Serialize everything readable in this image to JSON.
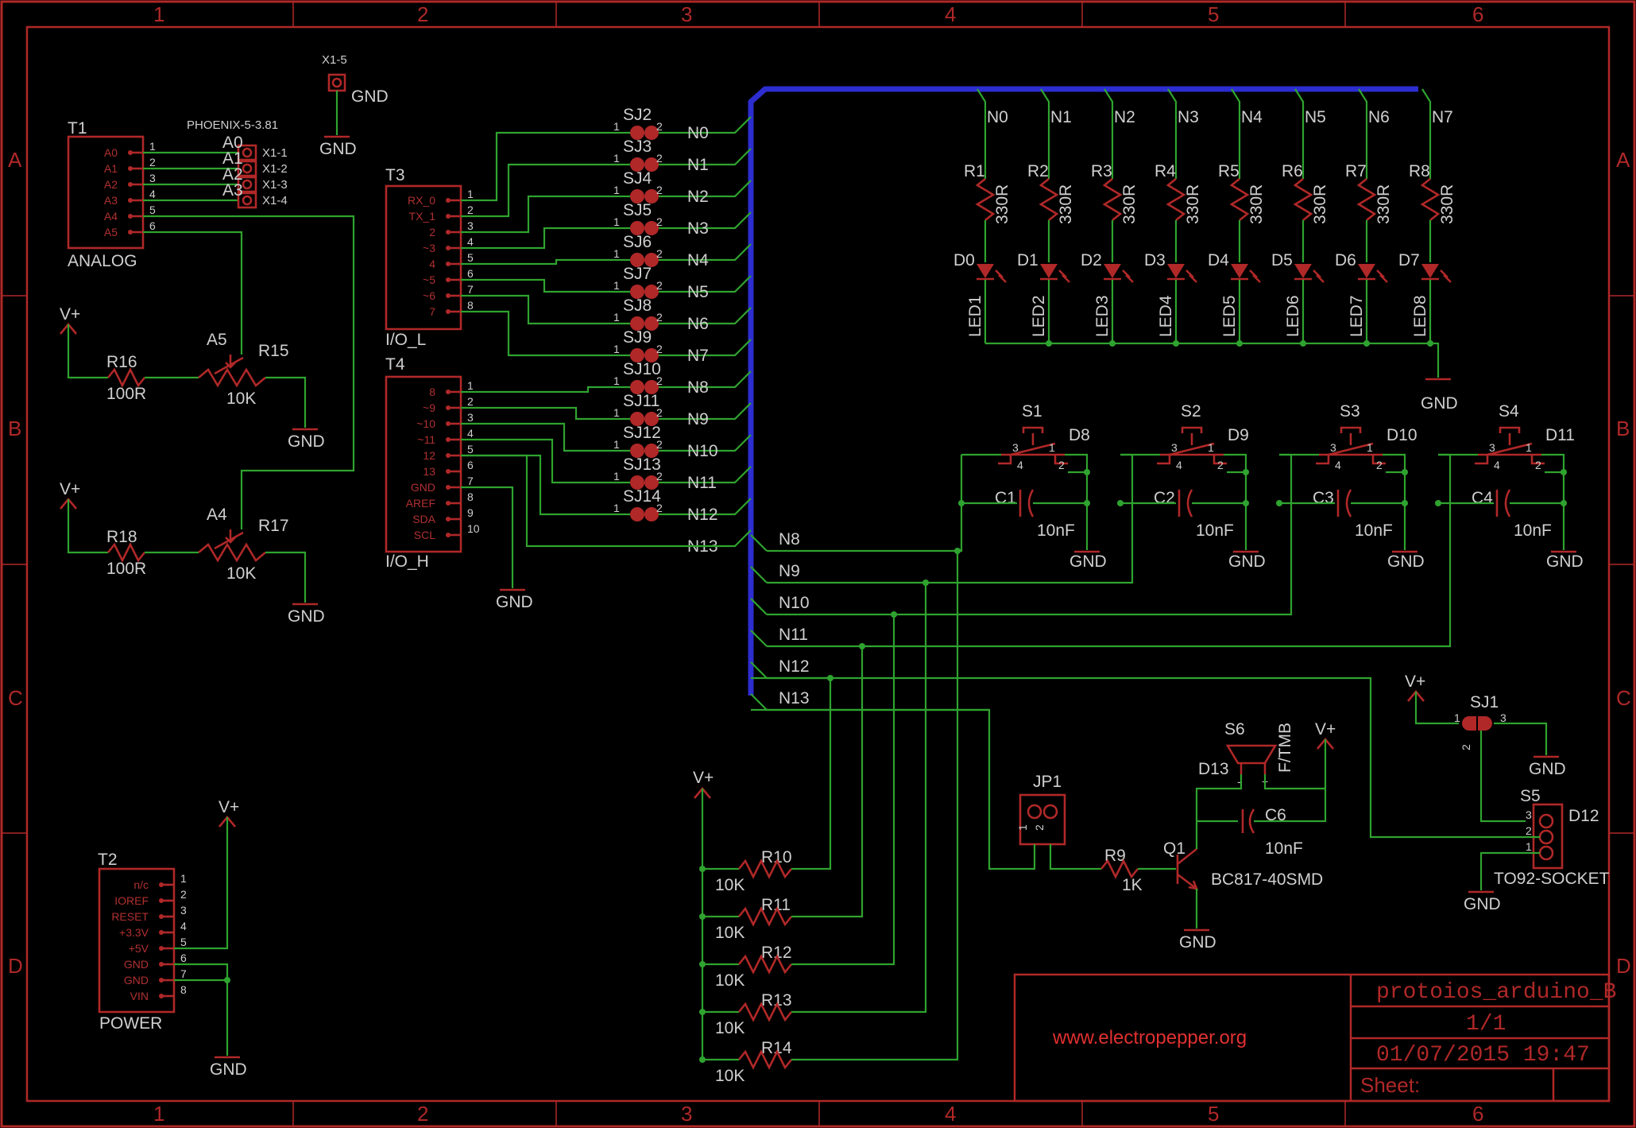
{
  "sheet": {
    "grid_columns": [
      "1",
      "2",
      "3",
      "4",
      "5",
      "6"
    ],
    "grid_rows": [
      "A",
      "B",
      "C",
      "D"
    ]
  },
  "title_block": {
    "name": "protoios_arduino_B",
    "page": "1/1",
    "date": "01/07/2015 19:47",
    "sheet_label": "Sheet:",
    "url": "www.electropepper.org"
  },
  "labels": {
    "gnd": "GND",
    "vplus": "V+",
    "x15": "X1-5",
    "phoenix": "PHOENIX-5-3.81",
    "t1": "T1",
    "analog": "ANALOG",
    "t2": "T2",
    "power": "POWER",
    "t3": "T3",
    "io_l": "I/O_L",
    "t4": "T4",
    "io_h": "I/O_H",
    "r15": "R15",
    "r16": "R16",
    "r17": "R17",
    "r18": "R18",
    "a4": "A4",
    "a5": "A5",
    "v10k": "10K",
    "v100r": "100R",
    "v330r": "330R",
    "v10nf": "10nF",
    "v1k": "1K",
    "jp1": "JP1",
    "q1": "Q1",
    "bc817": "BC817-40SMD",
    "r9": "R9",
    "s6": "S6",
    "ftmb": "F/TMB",
    "d13": "D13",
    "c6": "C6",
    "sj1": "SJ1",
    "s5": "S5",
    "d12": "D12",
    "to92": "TO92-SOCKET"
  },
  "t1_pins": [
    "A0",
    "A1",
    "A2",
    "A3",
    "A4",
    "A5"
  ],
  "t1_pin_numbers": [
    "1",
    "2",
    "3",
    "4",
    "5",
    "6"
  ],
  "x1_terminals": [
    "X1-1",
    "X1-2",
    "X1-3",
    "X1-4"
  ],
  "x1_analog": [
    "A0",
    "A1",
    "A2",
    "A3"
  ],
  "t2_pins": [
    "n/c",
    "IOREF",
    "RESET",
    "+3.3V",
    "+5V",
    "GND",
    "GND",
    "VIN"
  ],
  "t2_pin_numbers": [
    "1",
    "2",
    "3",
    "4",
    "5",
    "6",
    "7",
    "8"
  ],
  "t3_pins": [
    "RX_0",
    "TX_1",
    "2",
    "~3",
    "4",
    "~5",
    "~6",
    "7"
  ],
  "t3_pin_numbers": [
    "1",
    "2",
    "3",
    "4",
    "5",
    "6",
    "7",
    "8"
  ],
  "t4_pins": [
    "8",
    "~9",
    "~10",
    "~11",
    "12",
    "13",
    "GND",
    "AREF",
    "SDA",
    "SCL"
  ],
  "t4_pin_numbers": [
    "1",
    "2",
    "3",
    "4",
    "5",
    "6",
    "7",
    "8",
    "9",
    "10"
  ],
  "solder_jumpers": [
    "SJ2",
    "SJ3",
    "SJ4",
    "SJ5",
    "SJ6",
    "SJ7",
    "SJ8",
    "SJ9",
    "SJ10",
    "SJ11",
    "SJ12",
    "SJ13",
    "SJ14"
  ],
  "sj_pin_labels": [
    "1",
    "2",
    "3"
  ],
  "nets_left": [
    "N0",
    "N1",
    "N2",
    "N3",
    "N4",
    "N5",
    "N6",
    "N7",
    "N8",
    "N9",
    "N10",
    "N11",
    "N12",
    "N13"
  ],
  "nets_right": [
    "N8",
    "N9",
    "N10",
    "N11",
    "N12",
    "N13"
  ],
  "led_nets": [
    "N0",
    "N1",
    "N2",
    "N3",
    "N4",
    "N5",
    "N6",
    "N7"
  ],
  "led_resistors": [
    "R1",
    "R2",
    "R3",
    "R4",
    "R5",
    "R6",
    "R7",
    "R8"
  ],
  "leds": [
    "D0",
    "D1",
    "D2",
    "D3",
    "D4",
    "D5",
    "D6",
    "D7"
  ],
  "led_names": [
    "LED1",
    "LED2",
    "LED3",
    "LED4",
    "LED5",
    "LED6",
    "LED7",
    "LED8"
  ],
  "switches": [
    "S1",
    "S2",
    "S3",
    "S4"
  ],
  "switch_diodes": [
    "D8",
    "D9",
    "D10",
    "D11"
  ],
  "switch_caps": [
    "C1",
    "C2",
    "C3",
    "C4"
  ],
  "switch_pins": [
    "1",
    "2",
    "3",
    "4"
  ],
  "pullups": [
    "R10",
    "R11",
    "R12",
    "R13",
    "R14"
  ]
}
